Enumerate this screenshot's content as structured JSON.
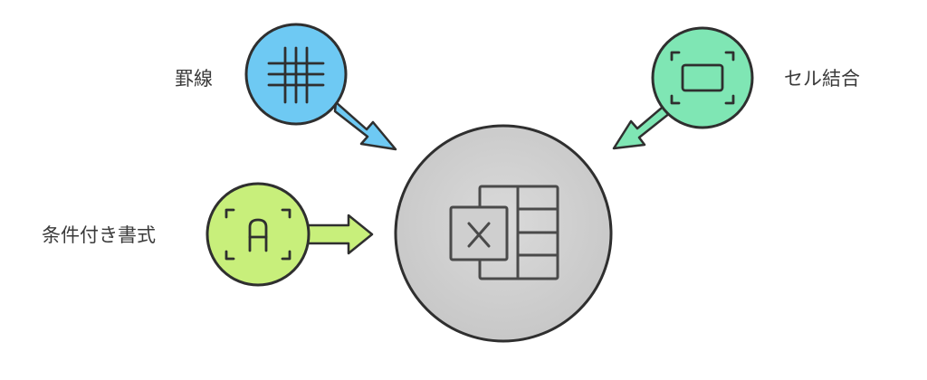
{
  "center": {
    "icon": "spreadsheet-excel-icon",
    "fill": "#cfcfcf",
    "stroke": "#2f2f2f"
  },
  "nodes": [
    {
      "id": "borders",
      "label": "罫線",
      "icon": "grid-lines-icon",
      "color": "#6ec9f3"
    },
    {
      "id": "merge-cells",
      "label": "セル結合",
      "icon": "merge-cells-icon",
      "color": "#7fe6b4"
    },
    {
      "id": "conditional-format",
      "label": "条件付き書式",
      "icon": "letter-a-frame-icon",
      "color": "#c8ef7b"
    }
  ]
}
